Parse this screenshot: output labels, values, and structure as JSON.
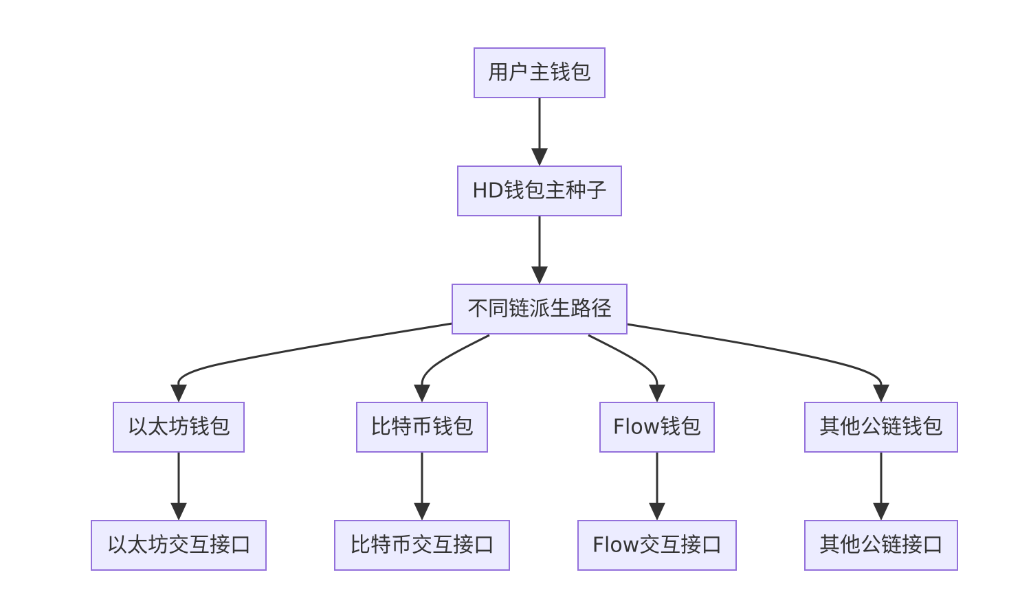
{
  "diagram": {
    "nodes": {
      "user_main_wallet": "用户主钱包",
      "hd_master_seed": "HD钱包主种子",
      "chain_derivation_paths": "不同链派生路径",
      "eth_wallet": "以太坊钱包",
      "btc_wallet": "比特币钱包",
      "flow_wallet": "Flow钱包",
      "other_chain_wallet": "其他公链钱包",
      "eth_interface": "以太坊交互接口",
      "btc_interface": "比特币交互接口",
      "flow_interface": "Flow交互接口",
      "other_chain_interface": "其他公链接口"
    },
    "edges": [
      {
        "from": "user_main_wallet",
        "to": "hd_master_seed"
      },
      {
        "from": "hd_master_seed",
        "to": "chain_derivation_paths"
      },
      {
        "from": "chain_derivation_paths",
        "to": "eth_wallet"
      },
      {
        "from": "chain_derivation_paths",
        "to": "btc_wallet"
      },
      {
        "from": "chain_derivation_paths",
        "to": "flow_wallet"
      },
      {
        "from": "chain_derivation_paths",
        "to": "other_chain_wallet"
      },
      {
        "from": "eth_wallet",
        "to": "eth_interface"
      },
      {
        "from": "btc_wallet",
        "to": "btc_interface"
      },
      {
        "from": "flow_wallet",
        "to": "flow_interface"
      },
      {
        "from": "other_chain_wallet",
        "to": "other_chain_interface"
      }
    ]
  }
}
